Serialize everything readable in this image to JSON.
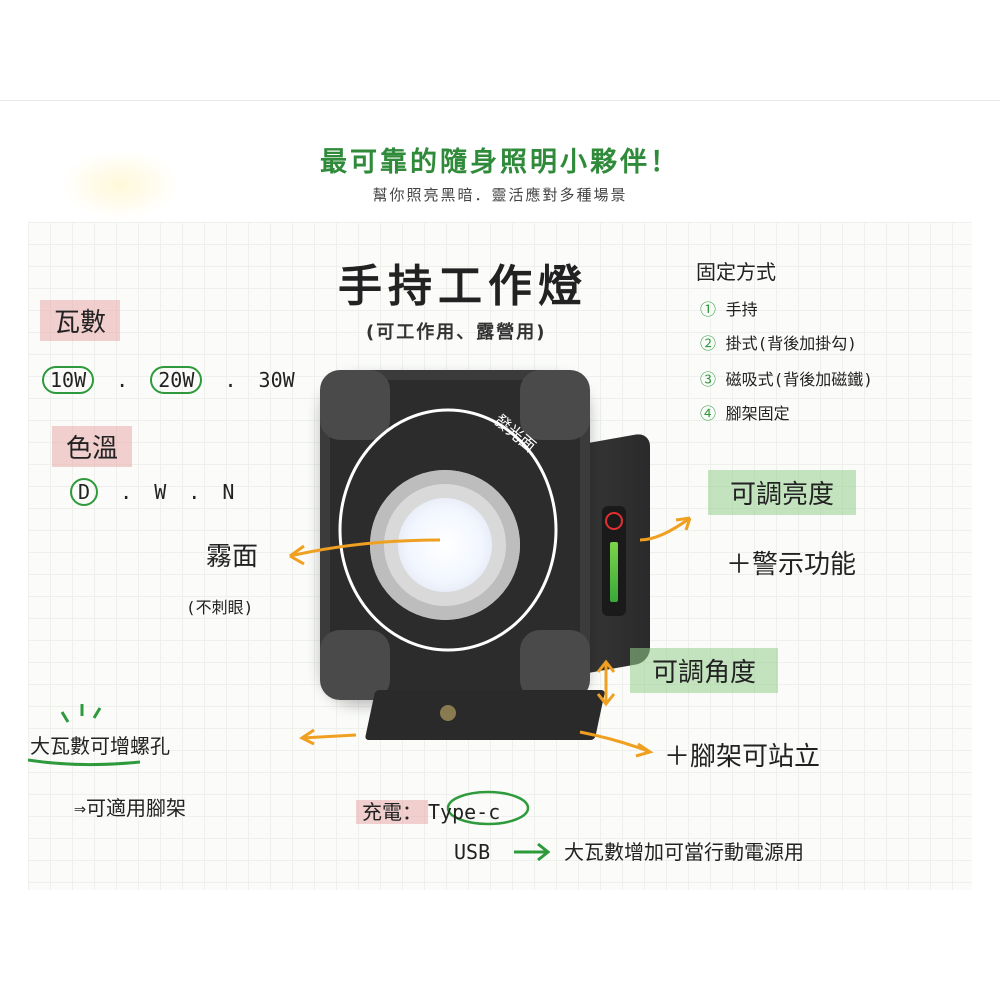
{
  "header": {
    "headline": "最可靠的隨身照明小夥伴！",
    "subline": "幫你照亮黑暗．靈活應對多種場景"
  },
  "product": {
    "title": "手持工作燈",
    "subtitle": "(可工作用、露營用)"
  },
  "wattage": {
    "label": "瓦數",
    "options": [
      "10W",
      "20W",
      "30W"
    ],
    "separator": "."
  },
  "color_temp": {
    "label": "色溫",
    "options": [
      "D",
      "W",
      "N"
    ],
    "separator": "."
  },
  "mounting": {
    "title": "固定方式",
    "items": [
      {
        "num": "1",
        "text": "手持"
      },
      {
        "num": "2",
        "text": "掛式(背後加掛勾)"
      },
      {
        "num": "3",
        "text": "磁吸式(背後加磁鐵)"
      },
      {
        "num": "4",
        "text": "腳架固定"
      }
    ]
  },
  "annotations": {
    "light_face": "發光面",
    "matte": "霧面",
    "matte_note": "(不刺眼)",
    "brightness": "可調亮度",
    "warning": "＋警示功能",
    "angle": "可調角度",
    "screw_hole": "大瓦數可增螺孔",
    "tripod": "⇒可適用腳架",
    "stand_up": "＋腳架可站立",
    "charge_label": "充電：",
    "charge_type": "Type-c",
    "usb_label": "USB",
    "usb_note": "大瓦數增加可當行動電源用"
  },
  "colors": {
    "headline_green": "#2f8a3a",
    "circle_green": "#2e9a3c",
    "arrow_orange": "#f0a020",
    "tape_pink": "#e8aaaa",
    "tape_green": "#96cd8c"
  }
}
